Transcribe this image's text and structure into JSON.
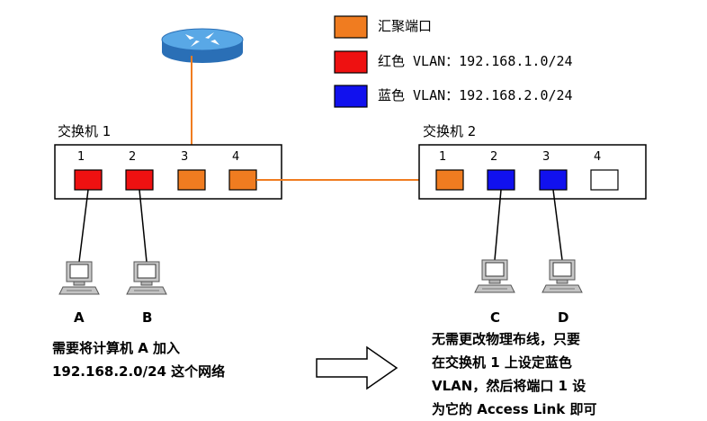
{
  "legend": {
    "aggregate_label": "汇聚端口",
    "red_label": "红色 VLAN：192.168.1.0/24",
    "blue_label": "蓝色 VLAN：192.168.2.0/24",
    "colors": {
      "aggregate": "#f07c20",
      "red": "#ee1111",
      "blue": "#1111ee",
      "empty": "#ffffff"
    }
  },
  "switch1": {
    "title": "交换机 1",
    "ports": [
      {
        "label": "1",
        "color": "red"
      },
      {
        "label": "2",
        "color": "red"
      },
      {
        "label": "3",
        "color": "aggregate"
      },
      {
        "label": "4",
        "color": "aggregate"
      }
    ]
  },
  "switch2": {
    "title": "交换机 2",
    "ports": [
      {
        "label": "1",
        "color": "aggregate"
      },
      {
        "label": "2",
        "color": "blue"
      },
      {
        "label": "3",
        "color": "blue"
      },
      {
        "label": "4",
        "color": "empty"
      }
    ]
  },
  "computers": {
    "a": "A",
    "b": "B",
    "c": "C",
    "d": "D"
  },
  "note_left": {
    "line1": "需要将计算机 A 加入",
    "line2": "192.168.2.0/24 这个网络"
  },
  "note_right": {
    "line1": "无需更改物理布线，只要",
    "line2": "在交换机 1 上设定蓝色",
    "line3": "VLAN，然后将端口 1 设",
    "line4": "为它的 Access Link 即可"
  },
  "icons": {
    "router": "router-icon",
    "computer": "computer-icon",
    "arrow": "right-arrow-icon"
  }
}
